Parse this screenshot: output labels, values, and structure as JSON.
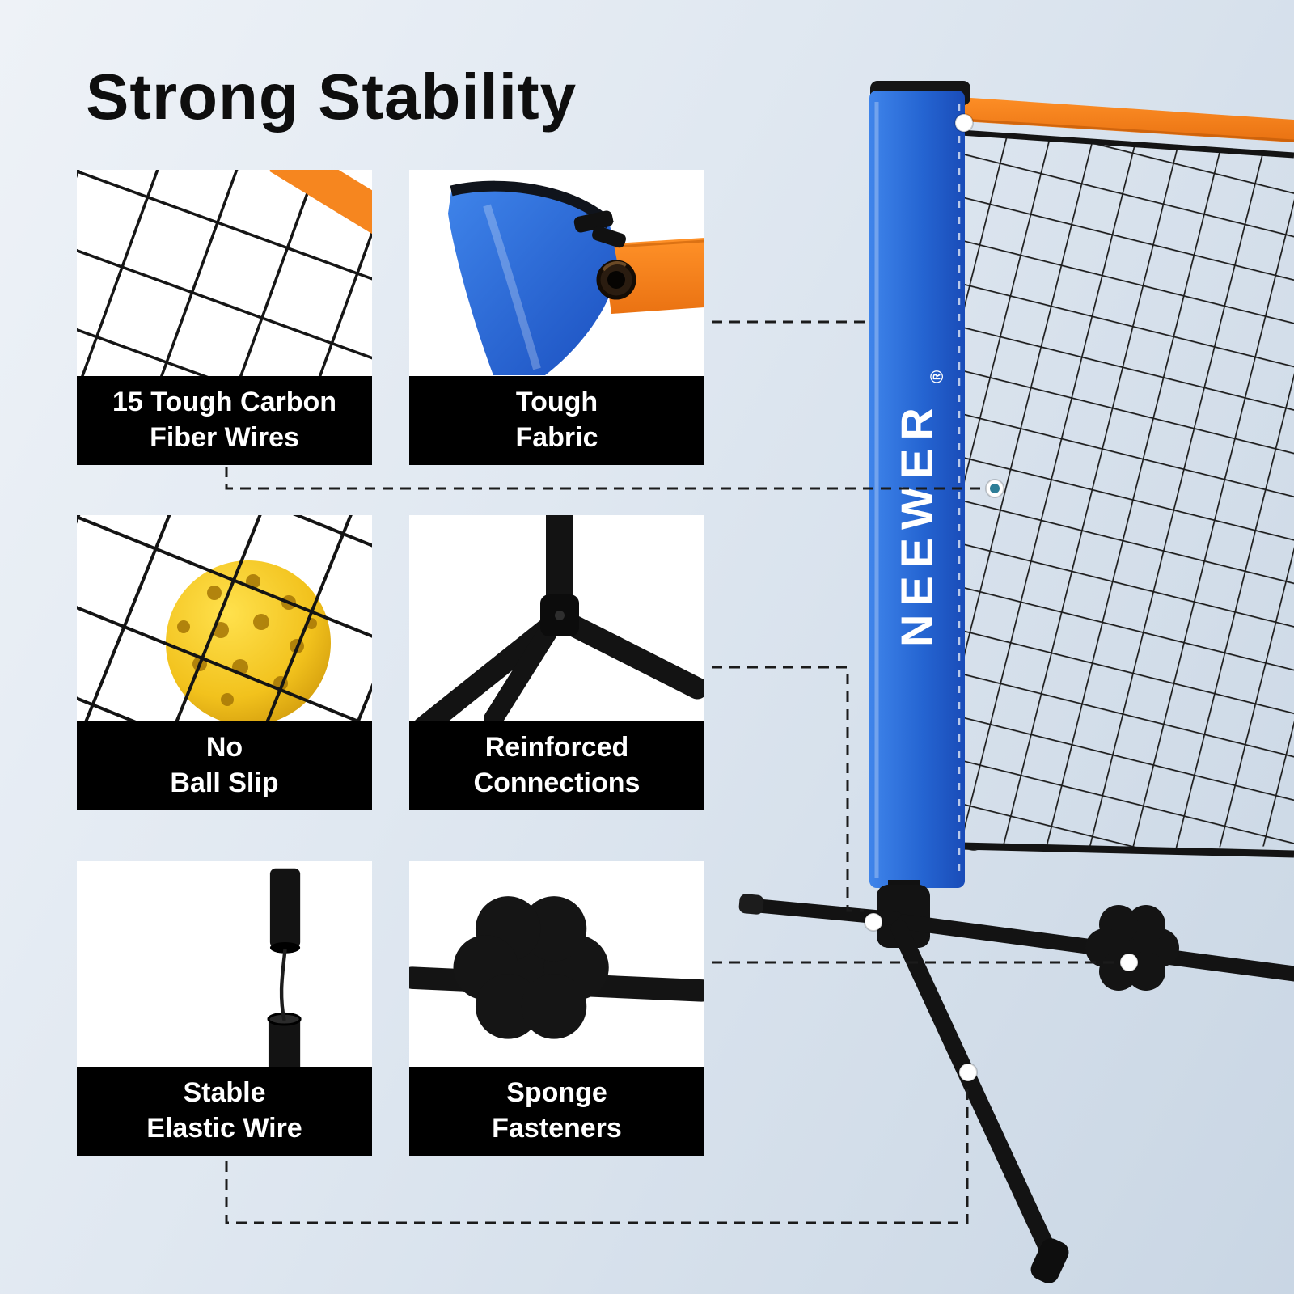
{
  "page": {
    "title": "Strong Stability"
  },
  "brand": {
    "name": "NEEWER",
    "registered": "®"
  },
  "features": [
    {
      "id": "carbon-wires",
      "line1": "15 Tough Carbon",
      "line2": "Fiber Wires"
    },
    {
      "id": "tough-fabric",
      "line1": "Tough",
      "line2": "Fabric"
    },
    {
      "id": "no-ball-slip",
      "line1": "No",
      "line2": "Ball Slip"
    },
    {
      "id": "reinforced-connections",
      "line1": "Reinforced",
      "line2": "Connections"
    },
    {
      "id": "stable-elastic-wire",
      "line1": "Stable",
      "line2": "Elastic Wire"
    },
    {
      "id": "sponge-fasteners",
      "line1": "Sponge",
      "line2": "Fasteners"
    }
  ],
  "colors": {
    "background_top": "#eef2f7",
    "background_bottom": "#c9d6e4",
    "caption_bg": "#000000",
    "caption_text": "#ffffff",
    "accent_orange": "#f5821f",
    "brand_blue": "#2a6fd6",
    "ball_yellow": "#f2c21d",
    "net_black": "#161616",
    "marker_teal": "#2e7e97"
  }
}
